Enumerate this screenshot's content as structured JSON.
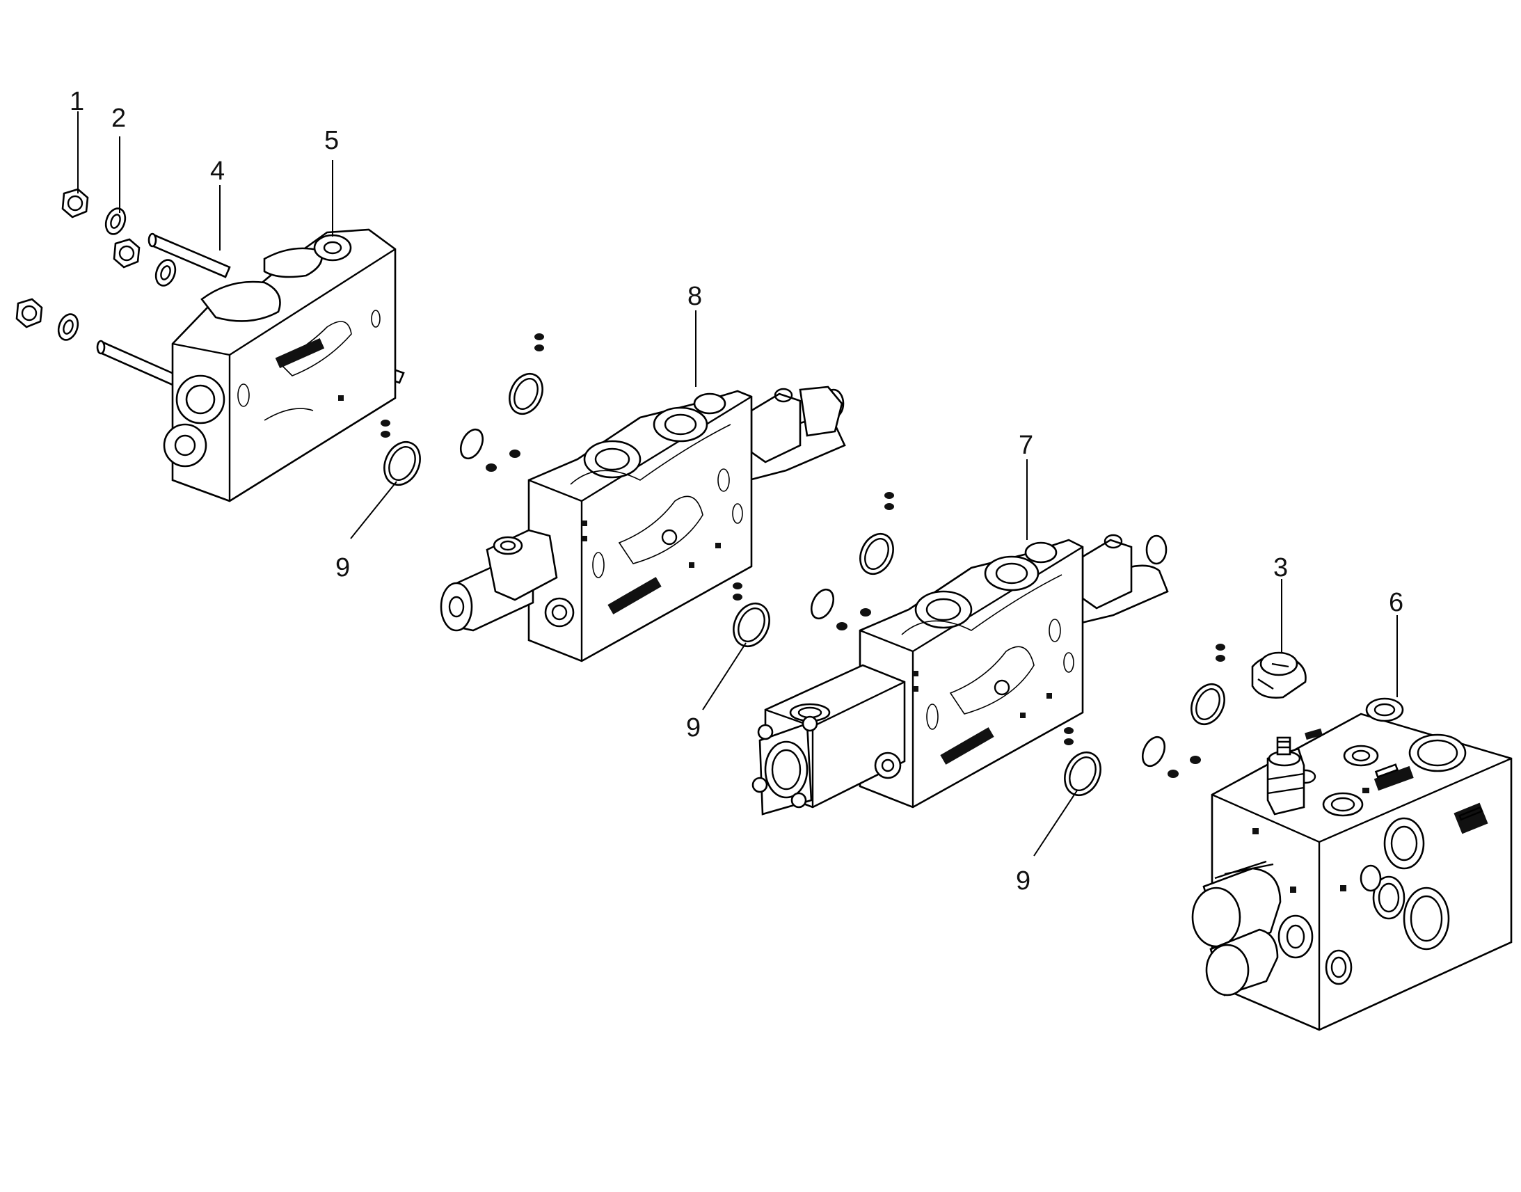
{
  "diagram": {
    "callouts": [
      {
        "id": "c1",
        "label": "1"
      },
      {
        "id": "c2",
        "label": "2"
      },
      {
        "id": "c3",
        "label": "3"
      },
      {
        "id": "c4",
        "label": "4"
      },
      {
        "id": "c5",
        "label": "5"
      },
      {
        "id": "c6",
        "label": "6"
      },
      {
        "id": "c7",
        "label": "7"
      },
      {
        "id": "c8",
        "label": "8"
      },
      {
        "id": "c9a",
        "label": "9"
      },
      {
        "id": "c9b",
        "label": "9"
      },
      {
        "id": "c9c",
        "label": "9"
      }
    ],
    "colors": {
      "line": "#000000",
      "background": "#ffffff"
    }
  }
}
